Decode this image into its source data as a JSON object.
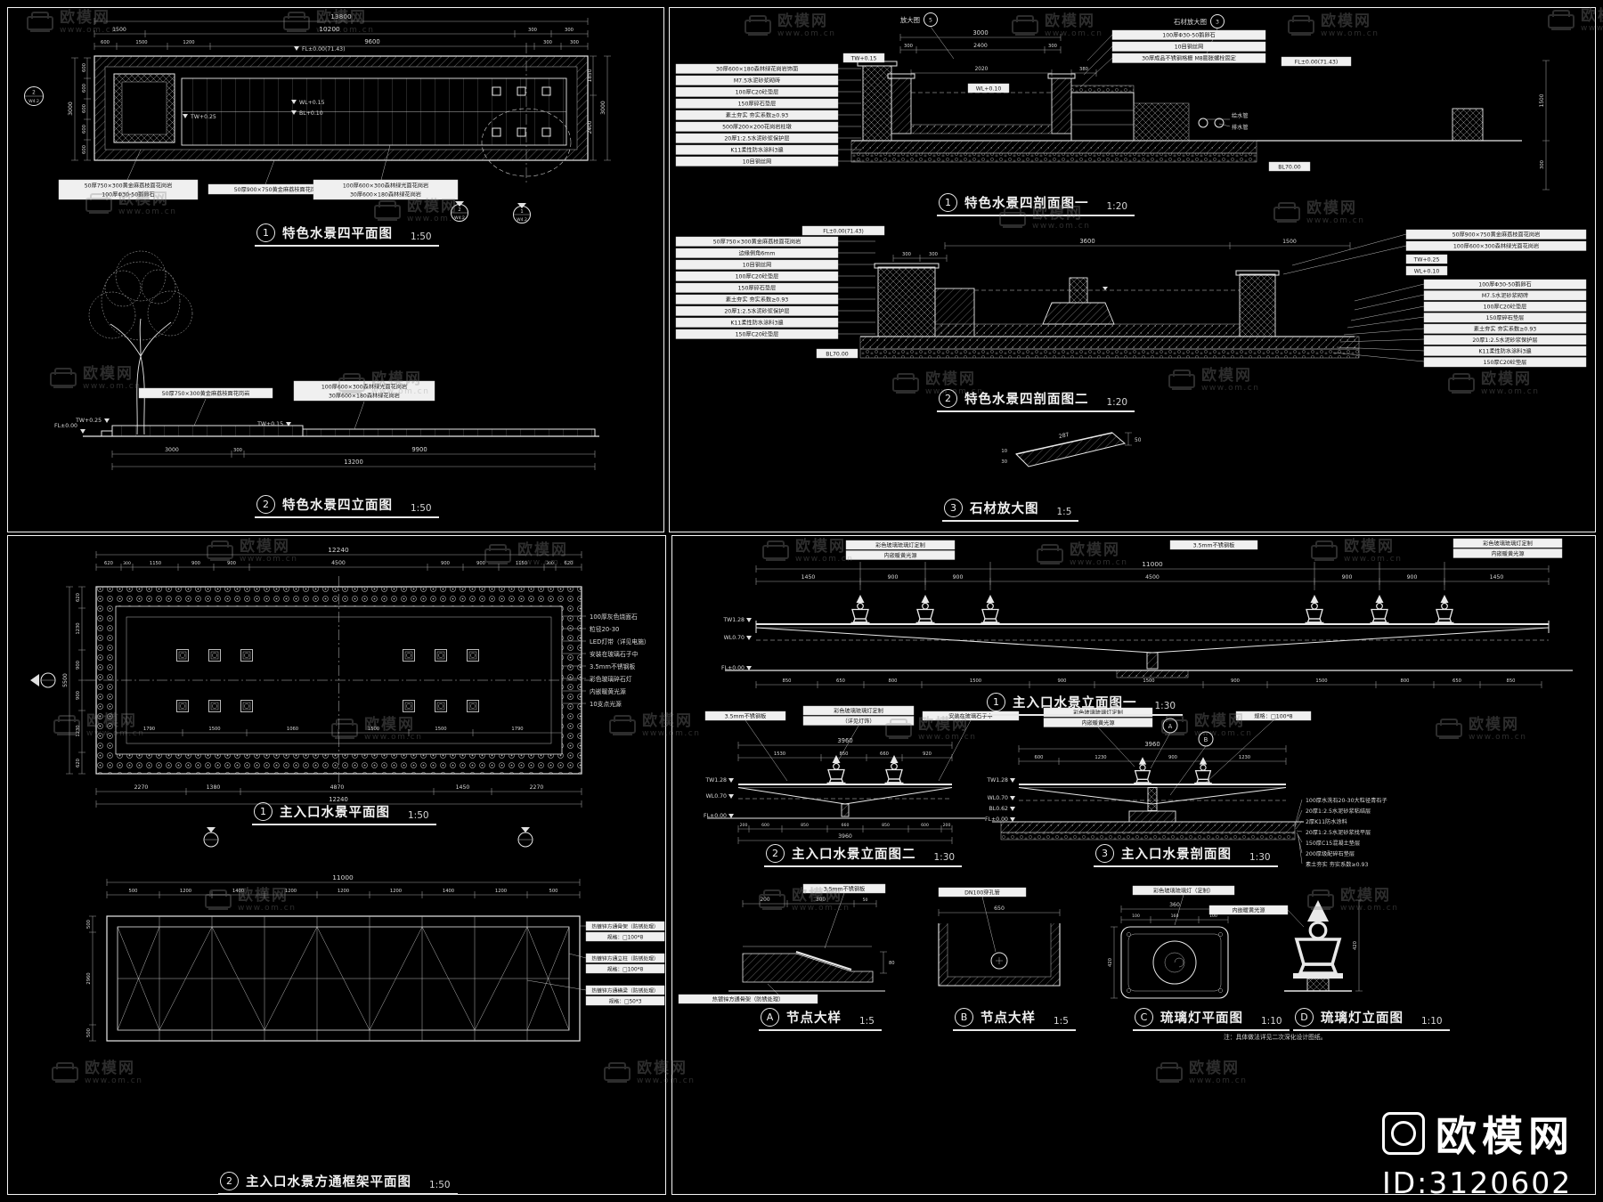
{
  "watermark": {
    "brand": "欧模网",
    "site": "www.om.cn"
  },
  "logo": {
    "brand": "欧模网",
    "id_text": "ID:3120602"
  },
  "note": "注：具体做法详见二次深化设计图纸。",
  "titles": {
    "tl_plan": {
      "no": "1",
      "text": "特色水景四平面图",
      "scale": "1:50"
    },
    "tl_elev": {
      "no": "2",
      "text": "特色水景四立面图",
      "scale": "1:50"
    },
    "tr_sec1": {
      "no": "1",
      "text": "特色水景四剖面图一",
      "scale": "1:20"
    },
    "tr_sec2": {
      "no": "2",
      "text": "特色水景四剖面图二",
      "scale": "1:20"
    },
    "tr_stone": {
      "no": "3",
      "text": "石材放大图",
      "scale": "1:5"
    },
    "bl_plan": {
      "no": "1",
      "text": "主入口水景平面图",
      "scale": "1:50"
    },
    "bl_frame": {
      "no": "2",
      "text": "主入口水景方通框架平面图",
      "scale": "1:50"
    },
    "br_e1": {
      "no": "1",
      "text": "主入口水景立面图一",
      "scale": "1:30"
    },
    "br_e2": {
      "no": "2",
      "text": "主入口水景立面图二",
      "scale": "1:30"
    },
    "br_sec": {
      "no": "3",
      "text": "主入口水景剖面图",
      "scale": "1:30"
    },
    "br_a": {
      "no": "A",
      "text": "节点大样",
      "scale": "1:5"
    },
    "br_b": {
      "no": "B",
      "text": "节点大样",
      "scale": "1:5"
    },
    "br_c": {
      "no": "C",
      "text": "琉璃灯平面图",
      "scale": "1:10"
    },
    "br_d": {
      "no": "D",
      "text": "琉璃灯立面图",
      "scale": "1:10"
    }
  },
  "tl": {
    "plan": {
      "d_total": "13800",
      "r2": [
        "1500",
        "10200",
        "300",
        "300"
      ],
      "r3": [
        "600",
        "1500",
        "1200",
        "9600",
        "300",
        "300"
      ],
      "left": [
        "600",
        "600",
        "600",
        "600",
        "600"
      ],
      "left_total": "3000",
      "right": [
        "1850",
        "2400"
      ],
      "right_total": "3000",
      "lv_fl": "FL±0.00(71.43)",
      "lv_tw": "TW+0.25",
      "lv_wl": "WL+0.15",
      "lv_bl": "BL+0.10",
      "a1": "50厚750×300黄金麻荔枝面花岗岩",
      "a2": "100厚Φ30-50鹅卵石",
      "a3": "50厚900×750黄金麻荔枝面花岗岩",
      "a4": "100厚600×300森林绿光面花岗岩",
      "a5": "30厚600×180森林绿花岗岩",
      "mk1_t": "2",
      "mk1_b": "W4.2",
      "mk2_t": "2",
      "mk2_b": "W4.2",
      "mk3_t": "1",
      "mk3_b": "W4.2"
    },
    "elev": {
      "lv_tw25": "TW+0.25",
      "lv_tw15": "TW+0.15",
      "lv_fl": "FL±0.00",
      "a1": "50厚750×300黄金麻荔枝面花岗岩",
      "a2": "100厚600×300森林绿光面花岗岩",
      "a3": "30厚600×180森林绿花岗岩",
      "d1": "3000",
      "d2": "300",
      "d3": "9900",
      "d_total": "13200"
    }
  },
  "tr": {
    "sec1": {
      "c1": "放大图",
      "c1n": "5",
      "c2": "石材放大图",
      "c2n": "3",
      "d_total": "3000",
      "r2": [
        "300",
        "2400",
        "300"
      ],
      "d_in": "2020",
      "d_in2": "380",
      "dv1": "1500",
      "dv2": "300",
      "L": [
        "30厚600×180森林绿花岗岩饰面",
        "M7.5水泥砂浆砌砖",
        "100厚C20砼垫层",
        "150厚碎石垫层",
        "素土夯实 夯实系数≥0.93",
        "500厚200×200花岗岩柱墩",
        "20厚1:2.5水泥砂浆保护层",
        "K11柔性防水涂料3遍",
        "10目钢丝网"
      ],
      "R": [
        "100厚Φ30-50鹅卵石",
        "10目钢丝网",
        "30厚成品不锈钢格栅 M8膨胀螺栓固定",
        "给水管",
        "排水管"
      ],
      "lv_tw": "TW+0.15",
      "lv_wl": "WL+0.10",
      "lv_fl": "FL±0.00(71.43)",
      "lv_bl": "BL70.00"
    },
    "sec2": {
      "d_total": "3600",
      "d2": "1500",
      "r3": [
        "300",
        "300"
      ],
      "L": [
        "50厚750×300黄金麻荔枝面花岗岩",
        "边缘倒角6mm",
        "10目钢丝网",
        "100厚C20砼垫层",
        "150厚碎石垫层",
        "素土夯实 夯实系数≥0.93",
        "20厚1:2.5水泥砂浆保护层",
        "K11柔性防水涂料3遍",
        "150厚C20砼垫层"
      ],
      "R1": "50厚900×750黄金麻荔枝面花岗岩",
      "R2": "100厚600×300森林绿光面花岗岩",
      "R": [
        "100厚Φ30-50鹅卵石",
        "M7.5水泥砂浆砌砖",
        "100厚C20砼垫层",
        "150厚碎石垫层",
        "素土夯实 夯实系数≥0.93",
        "20厚1:2.5水泥砂浆保护层",
        "K11柔性防水涂料3遍",
        "150厚C20砼垫层"
      ],
      "lv_tw": "TW+0.25",
      "lv_wl": "WL+0.10",
      "lv_fl": "FL±0.00(71.43)",
      "lv_bl": "BL70.00"
    },
    "stone": {
      "d1": "287",
      "d2": "50",
      "d3": "30",
      "d4": "10"
    }
  },
  "bl": {
    "plan": {
      "d_total": "12240",
      "r2": [
        "620",
        "300",
        "1150",
        "900",
        "900",
        "4500",
        "900",
        "900",
        "1150",
        "300",
        "620"
      ],
      "mid": [
        "1790",
        "1500",
        "1060",
        "1500",
        "1500",
        "1790"
      ],
      "left": [
        "620",
        "1230",
        "900",
        "900",
        "1230",
        "620"
      ],
      "left_total": "5500",
      "bot": [
        "2270",
        "1380",
        "4870",
        "1450",
        "2270"
      ],
      "bot_total": "12240",
      "R": [
        "100厚灰色烧面石",
        "粒径20-30",
        "LED灯带（详见电施）",
        "安装在玻璃石子中",
        "3.5mm不锈钢板",
        "彩色玻璃碎石灯",
        "内嵌暖黄光源",
        "10支点光源"
      ]
    },
    "frame": {
      "d_total": "11000",
      "r2": [
        "500",
        "1200",
        "1400",
        "1200",
        "1200",
        "1200",
        "1400",
        "1200",
        "500"
      ],
      "left": [
        "500",
        "2960",
        "500"
      ],
      "R": [
        "热镀锌方通骨架（防锈处理）",
        "规格：□100*8",
        "热镀锌方通立柱（防锈处理）",
        "规格：□100*8",
        "热镀锌方通横梁（防锈处理）",
        "规格：□50*3"
      ]
    }
  },
  "br": {
    "e1": {
      "c1": "彩色玻璃琉璃灯定制",
      "c2": "内嵌暖黄光源",
      "c3": "3.5mm不锈钢板",
      "d_total": "11000",
      "r2": [
        "1450",
        "900",
        "900",
        "4500",
        "900",
        "900",
        "1450"
      ],
      "bot": [
        "850",
        "650",
        "800",
        "1500",
        "900",
        "1500",
        "900",
        "1500",
        "800",
        "650",
        "850"
      ],
      "lv_tw": "TW1.28",
      "lv_wl": "WL0.70",
      "lv_fl": "FL±0.00"
    },
    "e2": {
      "c1": "3.5mm不锈钢板",
      "c2": "彩色玻璃琉璃灯定制",
      "c2b": "（详见灯饰）",
      "c3": "安装在玻璃石子中",
      "d_total": "3960",
      "r2": [
        "1530",
        "850",
        "660",
        "920"
      ],
      "bot": [
        "200",
        "600",
        "850",
        "660",
        "850",
        "600",
        "200"
      ],
      "bot_total": "3960",
      "lv_tw": "TW1.28",
      "lv_wl": "WL0.70",
      "lv_fl": "FL±0.00"
    },
    "sec": {
      "bA": "A",
      "bB": "B",
      "c1": "彩色玻璃琉璃灯定制",
      "c2": "内嵌暖黄光源",
      "c3": "规格：□100*8",
      "d_total": "3960",
      "r2": [
        "600",
        "1230",
        "900",
        "1230"
      ],
      "lv_tw": "TW1.28",
      "lv_wl": "WL0.70",
      "lv_bl": "BL0.62",
      "lv_fl": "FL±0.00",
      "R": [
        "100厚水洗石20-30大粒径青石子",
        "20厚1:2.5水泥砂浆粘结层",
        "2厚K11防水涂料",
        "20厚1:2.5水泥砂浆找平层",
        "150厚C15混凝土垫层",
        "200厚级配碎石垫层",
        "素土夯实 夯实系数≥0.93"
      ]
    },
    "a": {
      "c1": "3.5mm不锈钢板",
      "c2": "热镀锌方通骨架（防锈处理）",
      "d1": "200",
      "d2": "300",
      "d3": "50",
      "d4": "80"
    },
    "b": {
      "c1": "DN100穿孔管",
      "d1": "650"
    },
    "c": {
      "c1": "彩色玻璃琉璃灯（定制）",
      "d_total": "360",
      "r2": [
        "100",
        "160",
        "100"
      ],
      "dv": "420"
    },
    "d": {
      "c1": "内嵌暖黄光源",
      "dv": "420"
    }
  }
}
